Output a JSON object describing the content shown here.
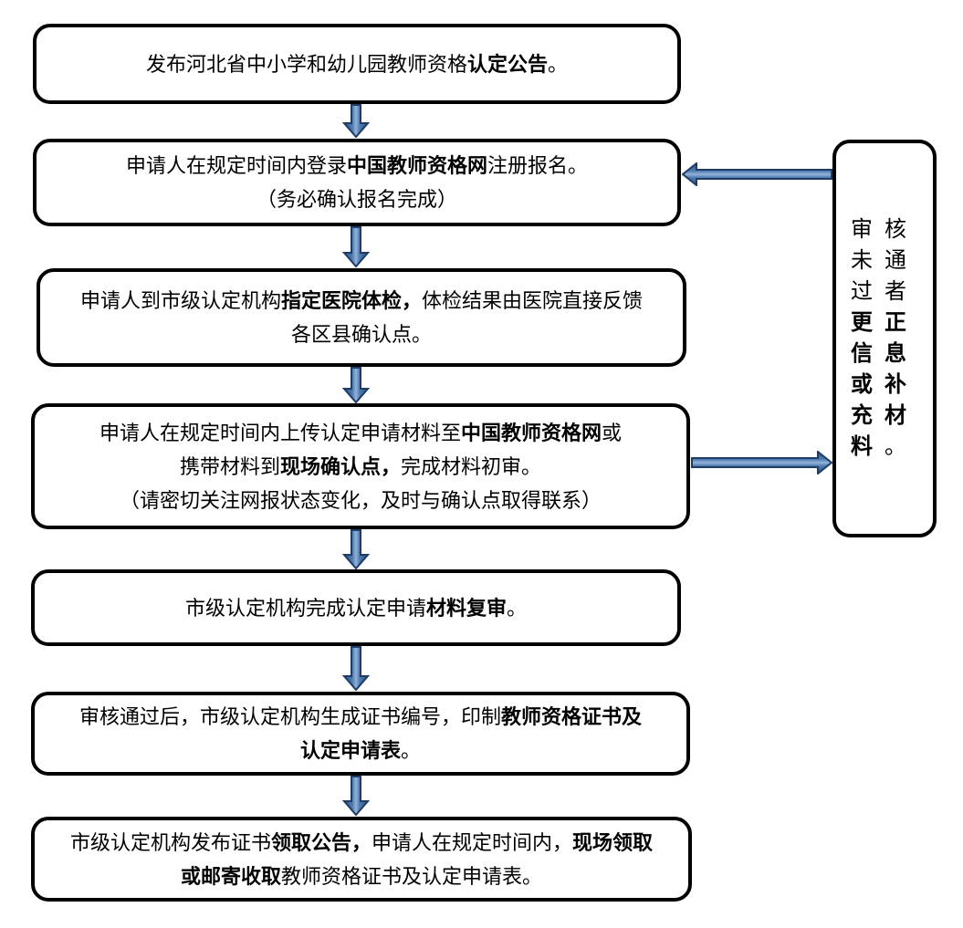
{
  "boxes": [
    {
      "id": "step-1",
      "lines": [
        [
          {
            "t": "发布河北省中小学和幼儿园教师资格"
          },
          {
            "t": "认定公告",
            "b": true
          },
          {
            "t": "。"
          }
        ]
      ]
    },
    {
      "id": "step-2",
      "lines": [
        [
          {
            "t": "申请人在规定时间内登录"
          },
          {
            "t": "中国教师资格网",
            "b": true
          },
          {
            "t": "注册报名。"
          }
        ],
        [
          {
            "t": "（务必确认报名完成）"
          }
        ]
      ]
    },
    {
      "id": "step-3",
      "lines": [
        [
          {
            "t": "申请人到市级认定机构"
          },
          {
            "t": "指定医院体检，",
            "b": true
          },
          {
            "t": "体检结果由医院直接反馈"
          }
        ],
        [
          {
            "t": "各区县确认点。"
          }
        ]
      ]
    },
    {
      "id": "step-4",
      "lines": [
        [
          {
            "t": "申请人在规定时间内上传认定申请材料至"
          },
          {
            "t": "中国教师资格网",
            "b": true
          },
          {
            "t": "或"
          }
        ],
        [
          {
            "t": "携带材料到"
          },
          {
            "t": "现场确认点，",
            "b": true
          },
          {
            "t": "完成材料初审。"
          }
        ],
        [
          {
            "t": "（请密切关注网报状态变化，及时与确认点取得联系）"
          }
        ]
      ]
    },
    {
      "id": "step-5",
      "lines": [
        [
          {
            "t": "市级认定机构完成认定申请"
          },
          {
            "t": "材料复审",
            "b": true
          },
          {
            "t": "。"
          }
        ]
      ]
    },
    {
      "id": "step-6",
      "lines": [
        [
          {
            "t": "审核通过后，市级认定机构生成证书编号，印制"
          },
          {
            "t": "教师资格证书及",
            "b": true
          }
        ],
        [
          {
            "t": "认定申请表",
            "b": true
          },
          {
            "t": "。"
          }
        ]
      ]
    },
    {
      "id": "step-7",
      "lines": [
        [
          {
            "t": "市级认定机构发布证书"
          },
          {
            "t": "领取公告，",
            "b": true
          },
          {
            "t": "申请人在规定时间内，"
          },
          {
            "t": "现场领取",
            "b": true
          }
        ],
        [
          {
            "t": "或邮寄收取",
            "b": true
          },
          {
            "t": "教师资格证书及认定申请表。"
          }
        ]
      ]
    }
  ],
  "side_box": {
    "id": "revision",
    "segments": [
      {
        "t": "审核未通过者"
      },
      {
        "t": "更正信息或补充材料",
        "b": true
      },
      {
        "t": "。"
      }
    ]
  },
  "connections": [
    {
      "from": "step-1",
      "to": "step-2",
      "direction": "down"
    },
    {
      "from": "step-2",
      "to": "step-3",
      "direction": "down"
    },
    {
      "from": "step-3",
      "to": "step-4",
      "direction": "down"
    },
    {
      "from": "step-4",
      "to": "step-5",
      "direction": "down"
    },
    {
      "from": "step-5",
      "to": "step-6",
      "direction": "down"
    },
    {
      "from": "step-6",
      "to": "step-7",
      "direction": "down"
    },
    {
      "from": "revision",
      "to": "step-2",
      "direction": "left"
    },
    {
      "from": "step-4",
      "to": "revision",
      "direction": "right"
    }
  ],
  "colors": {
    "background": "#ffffff",
    "box_border": "#000000",
    "text": "#000000",
    "arrow_outline": "#1e3c66",
    "arrow_fill_dark": "#2d5385",
    "arrow_fill_mid": "#4f7cb0",
    "arrow_fill_light": "#93b2d9"
  }
}
